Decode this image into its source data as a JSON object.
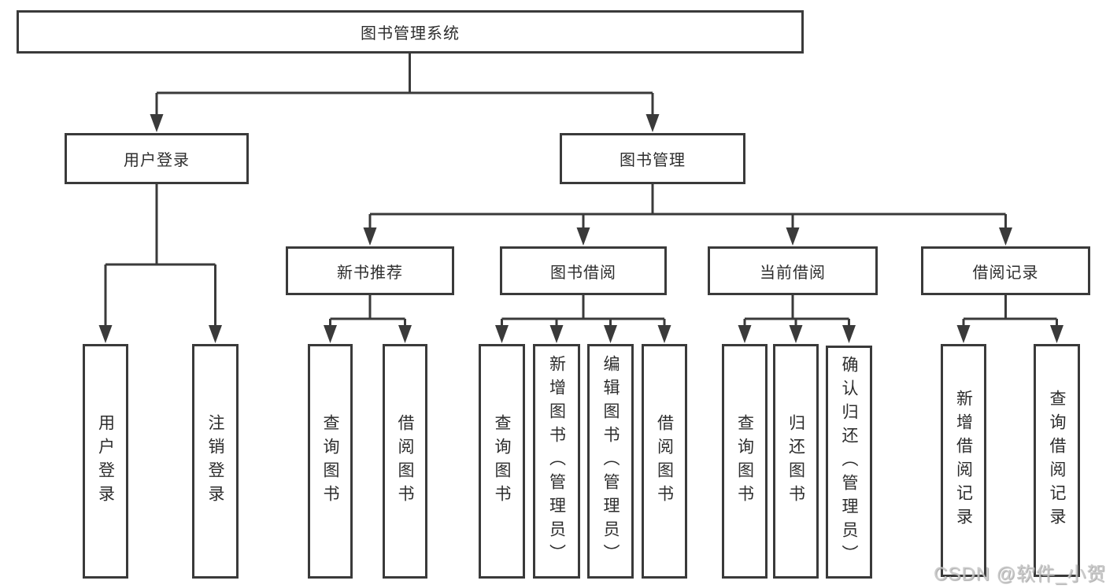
{
  "diagram": {
    "root": {
      "label": "图书管理系统"
    },
    "branches": [
      {
        "label": "用户登录",
        "children": [
          {
            "label": "用户登录"
          },
          {
            "label": "注销登录"
          }
        ]
      },
      {
        "label": "图书管理",
        "children": [
          {
            "label": "新书推荐",
            "children": [
              {
                "label": "查询图书"
              },
              {
                "label": "借阅图书"
              }
            ]
          },
          {
            "label": "图书借阅",
            "children": [
              {
                "label": "查询图书"
              },
              {
                "label": "新增图书（管理员）"
              },
              {
                "label": "编辑图书（管理员）"
              },
              {
                "label": "借阅图书"
              }
            ]
          },
          {
            "label": "当前借阅",
            "children": [
              {
                "label": "查询图书"
              },
              {
                "label": "归还图书"
              },
              {
                "label": "确认归还（管理员）"
              }
            ]
          },
          {
            "label": "借阅记录",
            "children": [
              {
                "label": "新增借阅记录"
              },
              {
                "label": "查询借阅记录"
              }
            ]
          }
        ]
      }
    ]
  },
  "watermark": {
    "text": "CSDN @软件_小贺同学"
  },
  "colors": {
    "line": "#3a3a3a",
    "text": "#2d2d2d",
    "background": "#ffffff",
    "watermark": "#c6c6c6"
  }
}
